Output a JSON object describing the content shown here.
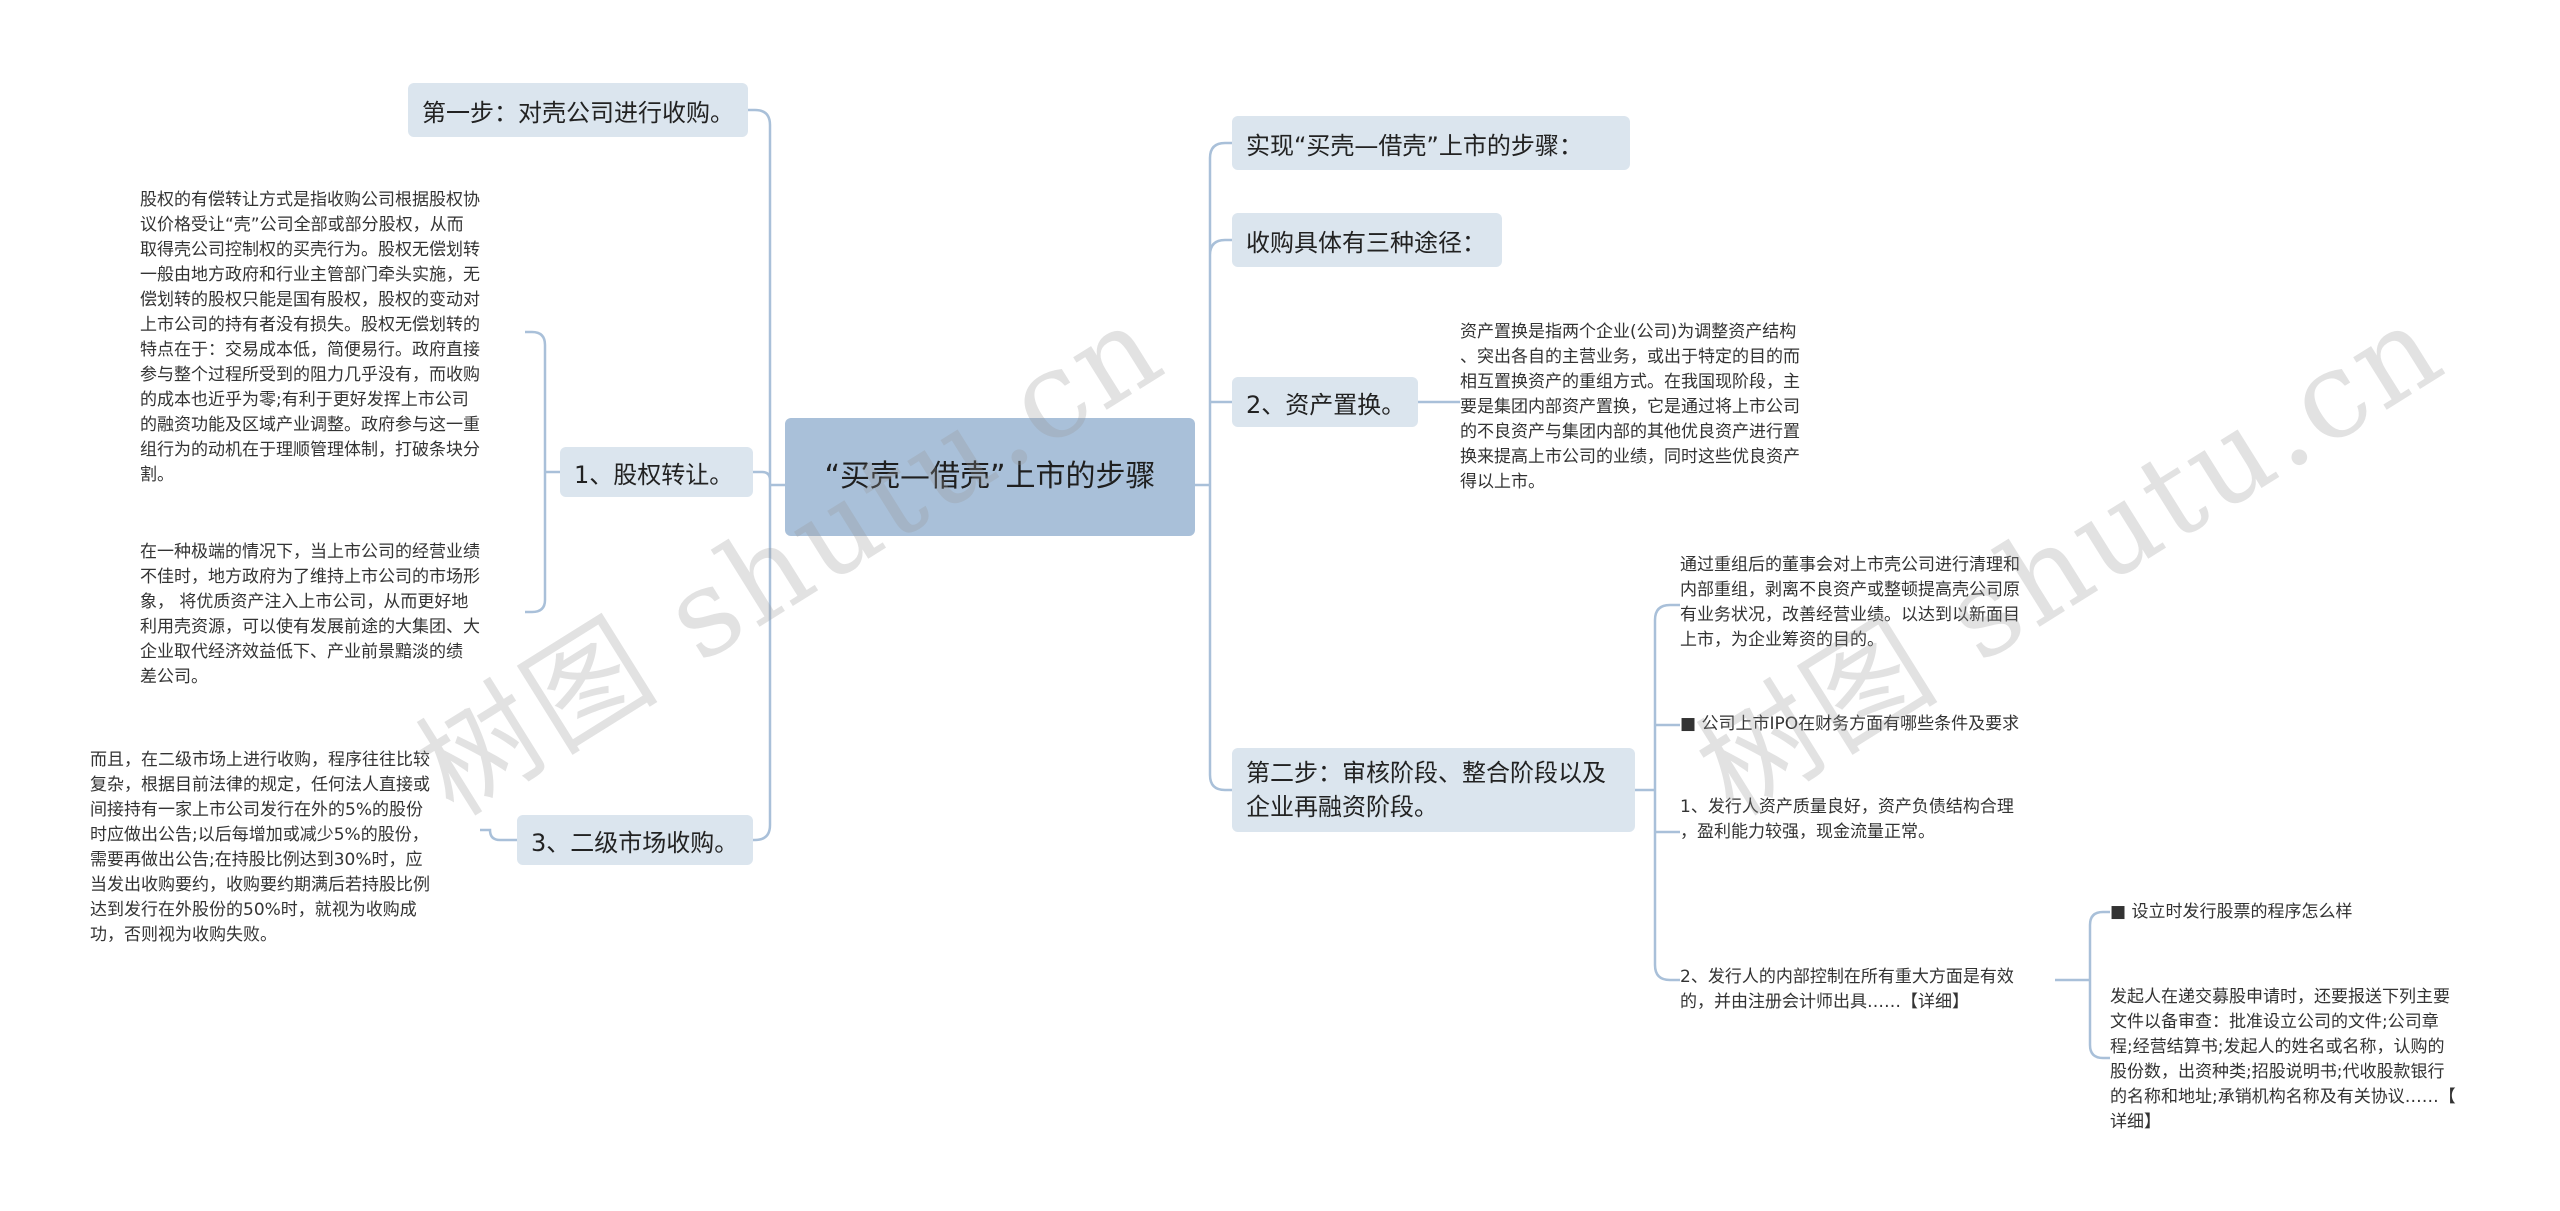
{
  "root": {
    "title": "“买壳—借壳”上市的步骤"
  },
  "left": {
    "step1": "第一步：对壳公司进行收购。",
    "equity": {
      "label": "1、股权转让。",
      "detail1": "股权的有偿转让方式是指收购公司根据股权协\n议价格受让“壳”公司全部或部分股权，从而\n取得壳公司控制权的买壳行为。股权无偿划转\n一般由地方政府和行业主管部门牵头实施，无\n偿划转的股权只能是国有股权，股权的变动对\n上市公司的持有者没有损失。股权无偿划转的\n特点在于：交易成本低，简便易行。政府直接\n参与整个过程所受到的阻力几乎没有，而收购\n的成本也近乎为零;有利于更好发挥上市公司\n的融资功能及区域产业调整。政府参与这一重\n组行为的动机在于理顺管理体制，打破条块分\n割。",
      "detail2": "在一种极端的情况下，当上市公司的经营业绩\n不佳时，地方政府为了维持上市公司的市场形\n象， 将优质资产注入上市公司，从而更好地\n利用壳资源，可以使有发展前途的大集团、大\n企业取代经济效益低下、产业前景黯淡的绩\n差公司。"
    },
    "secondary": {
      "label": "3、二级市场收购。",
      "detail": "而且，在二级市场上进行收购，程序往往比较\n复杂，根据目前法律的规定，任何法人直接或\n间接持有一家上市公司发行在外的5%的股份\n时应做出公告;以后每增加或减少5%的股份，\n需要再做出公告;在持股比例达到30%时，应\n当发出收购要约，收购要约期满后若持股比例\n达到发行在外股份的50%时，就视为收购成\n功，否则视为收购失败。"
    }
  },
  "right": {
    "realize": "实现“买壳—借壳”上市的步骤：",
    "three_ways": "收购具体有三种途径：",
    "asset_swap": {
      "label": "2、资产置换。",
      "detail": "资产置换是指两个企业(公司)为调整资产结构\n、突出各自的主营业务，或出于特定的目的而\n相互置换资产的重组方式。在我国现阶段，主\n要是集团内部资产置换，它是通过将上市公司\n的不良资产与集团内部的其他优良资产进行置\n换来提高上市公司的业绩，同时这些优良资产\n得以上市。"
    },
    "step2": {
      "label": "第二步：审核阶段、整合阶段以及企业再融资阶段。",
      "c1": "通过重组后的董事会对上市壳公司进行清理和\n内部重组，剥离不良资产或整顿提高壳公司原\n有业务状况，改善经营业绩。以达到以新面目\n上市，为企业筹资的目的。",
      "c2": "■ 公司上市IPO在财务方面有哪些条件及要求",
      "c3": "1、发行人资产质量良好，资产负债结构合理\n，盈利能力较强，现金流量正常。",
      "c4": "2、发行人的内部控制在所有重大方面是有效\n的，并由注册会计师出具……【详细】",
      "c4_children": {
        "a": "■ 设立时发行股票的程序怎么样",
        "b": "发起人在递交募股申请时，还要报送下列主要\n文件以备审查：批准设立公司的文件;公司章\n程;经营结算书;发起人的姓名或名称，认购的\n股份数，出资种类;招股说明书;代收股款银行\n的名称和地址;承销机构名称及有关协议……【\n详细】"
      }
    }
  },
  "watermarks": [
    "树图 shutu.cn",
    "树图 shutu.cn"
  ],
  "colors": {
    "root_fill": "#a9c0d9",
    "node_fill": "#dbe5ee",
    "line": "#a9c0d9"
  }
}
